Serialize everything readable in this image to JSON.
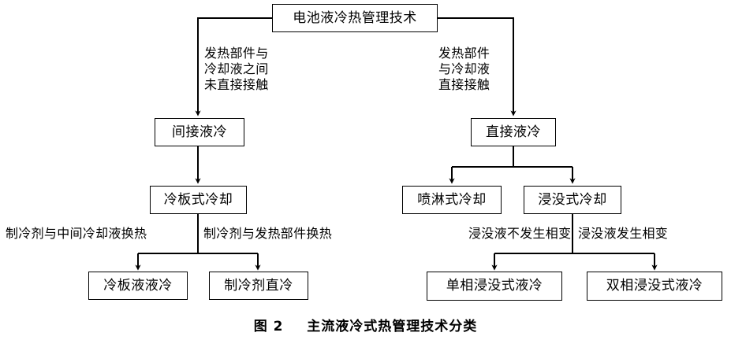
{
  "figure": {
    "caption_label": "图 2",
    "caption_title": "主流液冷式热管理技术分类"
  },
  "nodes": {
    "root": {
      "label": "电池液冷热管理技术"
    },
    "indirect": {
      "label": "间接液冷"
    },
    "direct": {
      "label": "直接液冷"
    },
    "cold_plate": {
      "label": "冷板式冷却"
    },
    "spray": {
      "label": "喷淋式冷却"
    },
    "immersion": {
      "label": "浸没式冷却"
    },
    "plate_liquid_liquid": {
      "label": "冷板液液冷"
    },
    "refrigerant_direct": {
      "label": "制冷剂直冷"
    },
    "single_phase_immersion": {
      "label": "单相浸没式液冷"
    },
    "dual_phase_immersion": {
      "label": "双相浸没式液冷"
    }
  },
  "edge_labels": {
    "left_branch": {
      "line1": "发热部件与",
      "line2": "冷却液之间",
      "line3": "未直接接触"
    },
    "right_branch": {
      "line1": "发热部件",
      "line2": "与冷却液",
      "line3": "直接接触"
    },
    "plate_left": "制冷剂与中间冷却液换热",
    "plate_right": "制冷剂与发热部件换热",
    "immersion_left": "浸没液不发生相变",
    "immersion_right": "浸没液发生相变"
  },
  "colors": {
    "stroke": "#000000",
    "background": "#ffffff",
    "text": "#000000"
  }
}
